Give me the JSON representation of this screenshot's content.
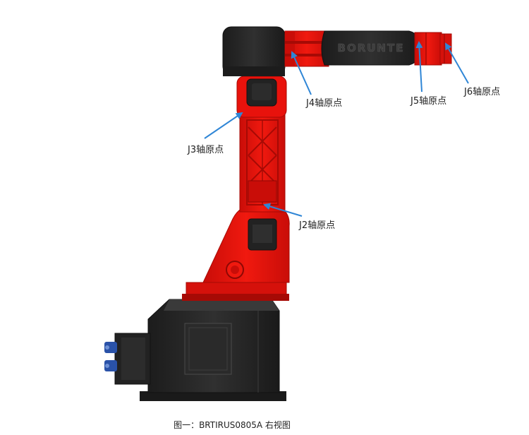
{
  "labels": {
    "j2": "J2轴原点",
    "j3": "J3轴原点",
    "j4": "J4轴原点",
    "j5": "J5轴原点",
    "j6": "J6轴原点"
  },
  "arm_brand_text": "BORUNTE",
  "caption": "图一：BRTIRUS0805A 右视图",
  "colors": {
    "arm_red": "#e8120c",
    "arm_red_dark": "#a60a05",
    "body_black": "#262626",
    "body_black_edge": "#111111",
    "arrow_blue": "#2f86d6",
    "connector_blue": "#2a52a8"
  }
}
